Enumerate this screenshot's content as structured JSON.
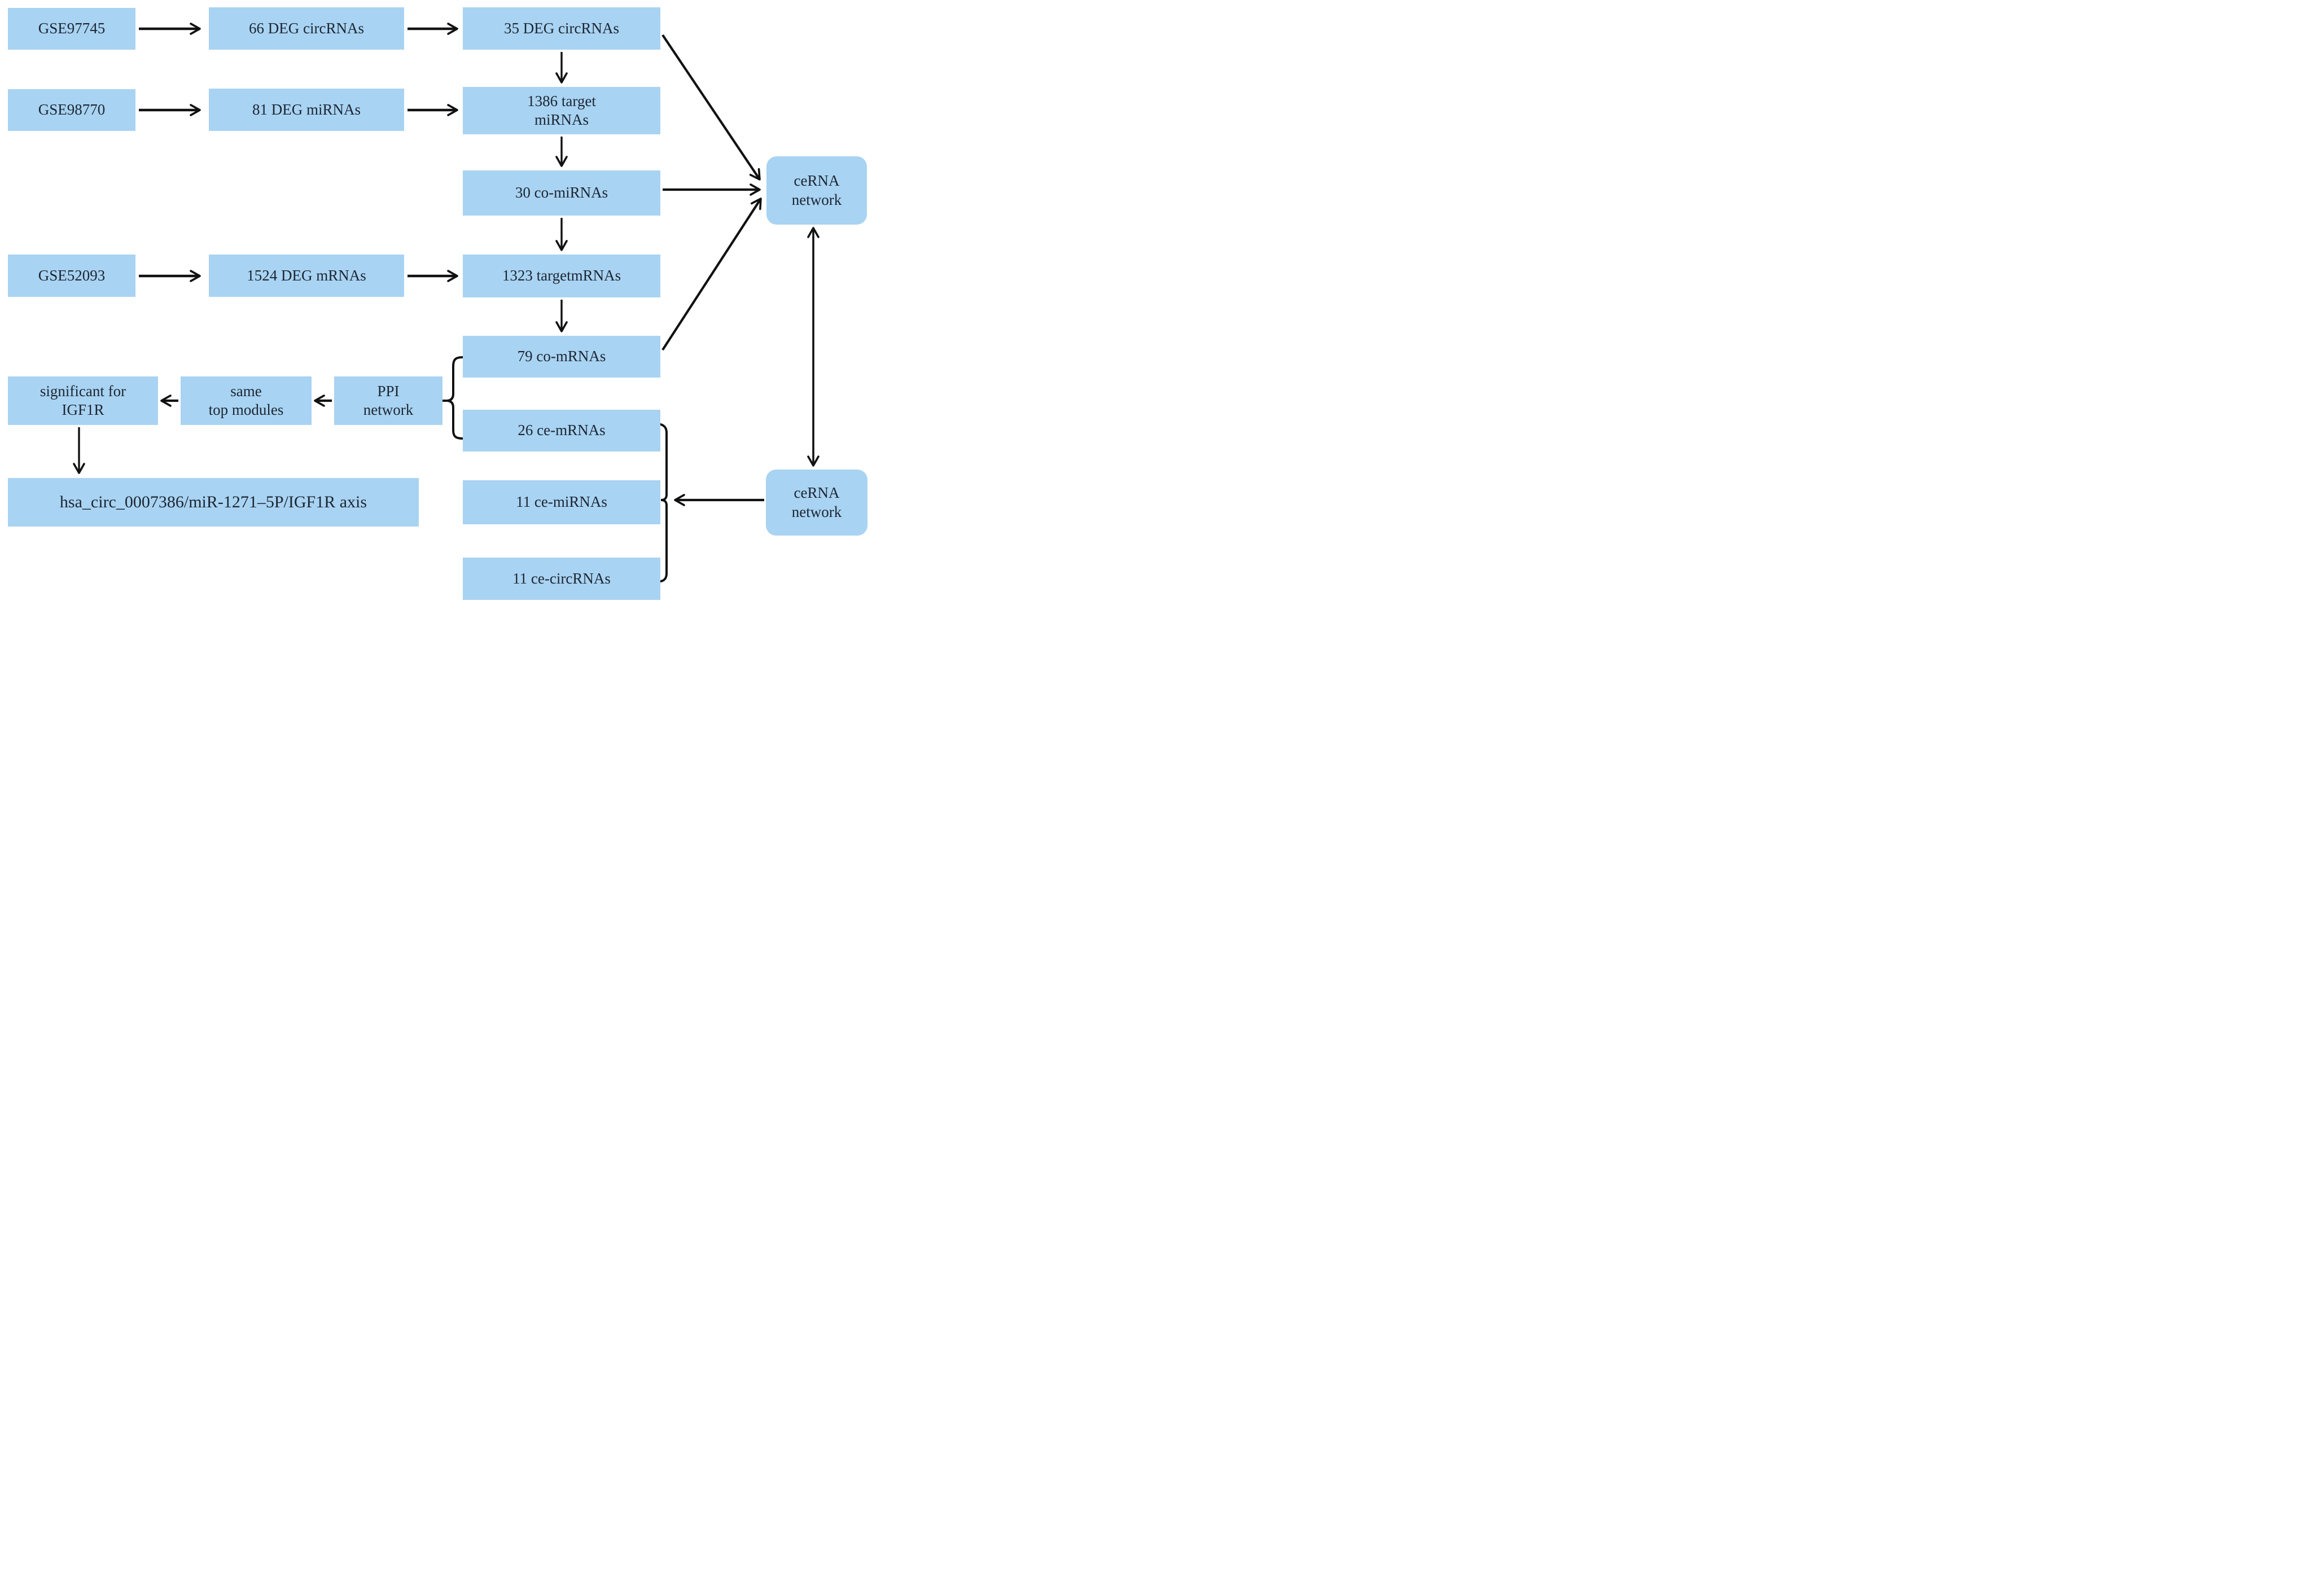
{
  "diagram": {
    "nodes": {
      "gse97745": {
        "label": "GSE97745"
      },
      "deg_circrnas_66": {
        "label": "66 DEG circRNAs"
      },
      "deg_circrnas_35": {
        "label": "35 DEG circRNAs"
      },
      "gse98770": {
        "label": "GSE98770"
      },
      "deg_mirnas_81": {
        "label": "81 DEG miRNAs"
      },
      "target_mirnas": {
        "line1": "1386 target",
        "line2": "miRNAs"
      },
      "co_mirnas_30": {
        "label": "30 co-miRNAs"
      },
      "gse52093": {
        "label": "GSE52093"
      },
      "deg_mrnas_1524": {
        "label": "1524 DEG mRNAs"
      },
      "target_mrnas": {
        "label": "1323 targetmRNAs"
      },
      "co_mrnas_79": {
        "label": "79 co-mRNAs"
      },
      "significant_igf1r": {
        "line1": "significant for",
        "line2": "IGF1R"
      },
      "same_top_modules": {
        "line1": "same",
        "line2": "top modules"
      },
      "ppi_network": {
        "line1": "PPI",
        "line2": "network"
      },
      "ce_mrnas_26": {
        "label": "26 ce-mRNAs"
      },
      "axis": {
        "label": "hsa_circ_0007386/miR-1271–5P/IGF1R axis"
      },
      "ce_mirnas_11": {
        "label": "11 ce-miRNAs"
      },
      "ce_circrnas_11": {
        "label": "11 ce-circRNAs"
      },
      "cerna_top": {
        "line1": "ceRNA",
        "line2": "network"
      },
      "cerna_bottom": {
        "line1": "ceRNA",
        "line2": "network"
      }
    },
    "edges": [
      {
        "from": "GSE97745",
        "to": "66 DEG circRNAs"
      },
      {
        "from": "66 DEG circRNAs",
        "to": "35 DEG circRNAs"
      },
      {
        "from": "35 DEG circRNAs",
        "to": "1386 target miRNAs"
      },
      {
        "from": "GSE98770",
        "to": "81 DEG miRNAs"
      },
      {
        "from": "81 DEG miRNAs",
        "to": "1386 target miRNAs"
      },
      {
        "from": "1386 target miRNAs",
        "to": "30 co-miRNAs"
      },
      {
        "from": "30 co-miRNAs",
        "to": "1323 targetmRNAs"
      },
      {
        "from": "GSE52093",
        "to": "1524 DEG mRNAs"
      },
      {
        "from": "1524 DEG mRNAs",
        "to": "1323 targetmRNAs"
      },
      {
        "from": "1323 targetmRNAs",
        "to": "79 co-mRNAs"
      },
      {
        "from": "35 DEG circRNAs",
        "to": "ceRNA network (top)"
      },
      {
        "from": "30 co-miRNAs",
        "to": "ceRNA network (top)"
      },
      {
        "from": "79 co-mRNAs",
        "to": "ceRNA network (top)"
      },
      {
        "from": "ceRNA network (top)",
        "to": "ceRNA network (bottom)",
        "bidirectional": true
      },
      {
        "from": "79 co-mRNAs + 26 ce-mRNAs (brace)",
        "to": "PPI network"
      },
      {
        "from": "PPI network",
        "to": "same top modules"
      },
      {
        "from": "same top modules",
        "to": "significant for IGF1R"
      },
      {
        "from": "significant for IGF1R",
        "to": "hsa_circ_0007386/miR-1271–5P/IGF1R axis"
      },
      {
        "from": "ceRNA network (bottom)",
        "to": "26 ce-mRNAs + 11 ce-miRNAs + 11 ce-circRNAs (bracket)"
      }
    ],
    "colors": {
      "node_fill": "#a9d3f2",
      "text": "#1b2633",
      "arrow": "#111111",
      "background": "#ffffff"
    }
  }
}
